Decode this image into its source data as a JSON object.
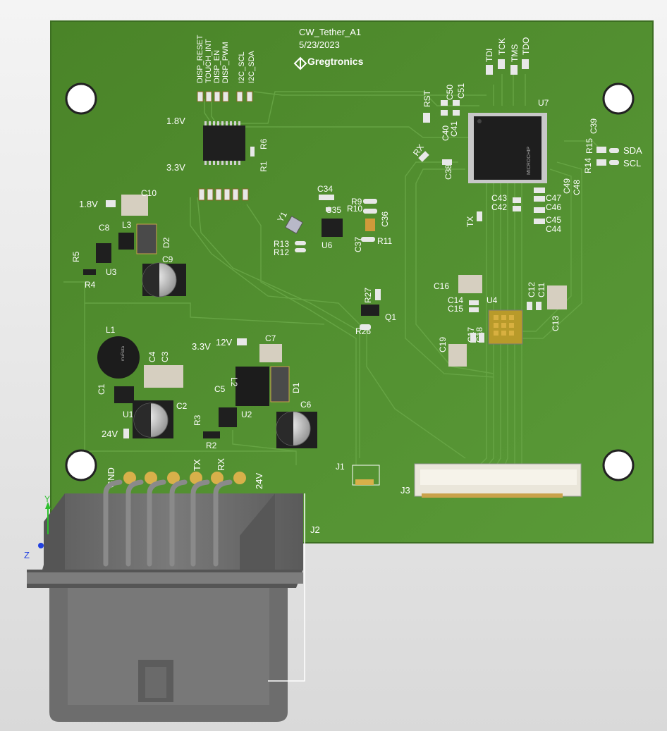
{
  "board": {
    "title": "CW_Tether_A1",
    "date": "5/23/2023",
    "company": "Gregtronics",
    "colors": {
      "pcb": "#4e8a2c",
      "pcb_edge": "#3f7423",
      "silk": "#ffffff",
      "pad": "#d8b04a",
      "connector": "#6d6d6d"
    }
  },
  "signals_top": [
    "DISP_RESET",
    "TOUCH_INT",
    "DISP_EN",
    "DISP_PWM",
    "I2C_SCL",
    "I2C_SDA"
  ],
  "jtag": [
    "TDI",
    "TCK",
    "TMS",
    "TDO"
  ],
  "i2c_right": [
    "SDA",
    "SCL"
  ],
  "voltages": {
    "v18_a": "1.8V",
    "v33_a": "3.3V",
    "v18_b": "1.8V",
    "v33_b": "3.3V",
    "v12": "12V",
    "v24_a": "24V",
    "v24_b": "24V"
  },
  "pin_labels": {
    "gnd": "GND",
    "tx": "TX",
    "rx": "RX",
    "rst": "RST",
    "rx_side": "RX",
    "tx_side": "TX"
  },
  "refdes": {
    "u7": "U7",
    "u6": "U6",
    "u4": "U4",
    "u3": "U3",
    "u2": "U2",
    "u1": "U1",
    "y1": "Y1",
    "q1": "Q1",
    "j1": "J1",
    "j2": "J2",
    "j3": "J3",
    "l1": "L1",
    "l2": "L2",
    "l3": "L3",
    "d1": "D1",
    "d2": "D2",
    "r1": "R1",
    "r2": "R2",
    "r3": "R3",
    "r4": "R4",
    "r5": "R5",
    "r6": "R6",
    "r9": "R9",
    "r10": "R10",
    "r11": "R11",
    "r12": "R12",
    "r13": "R13",
    "r14": "R14",
    "r15": "R15",
    "r26": "R26",
    "r27": "R27",
    "c1": "C1",
    "c2": "C2",
    "c3": "C3",
    "c4": "C4",
    "c5": "C5",
    "c6": "C6",
    "c7": "C7",
    "c8": "C8",
    "c9": "C9",
    "c10": "C10",
    "c11": "C11",
    "c12": "C12",
    "c13": "C13",
    "c14": "C14",
    "c15": "C15",
    "c16": "C16",
    "c17": "C17",
    "c18": "C18",
    "c19": "C19",
    "c34": "C34",
    "c35": "C35",
    "c36": "C36",
    "c37": "C37",
    "c38": "C38",
    "c39": "C39",
    "c40": "C40",
    "c41": "C41",
    "c42": "C42",
    "c43": "C43",
    "c44": "C44",
    "c45": "C45",
    "c46": "C46",
    "c47": "C47",
    "c48": "C48",
    "c49": "C49",
    "c50": "C50",
    "c51": "C51"
  },
  "axes": {
    "y": "Y",
    "z": "Z"
  }
}
